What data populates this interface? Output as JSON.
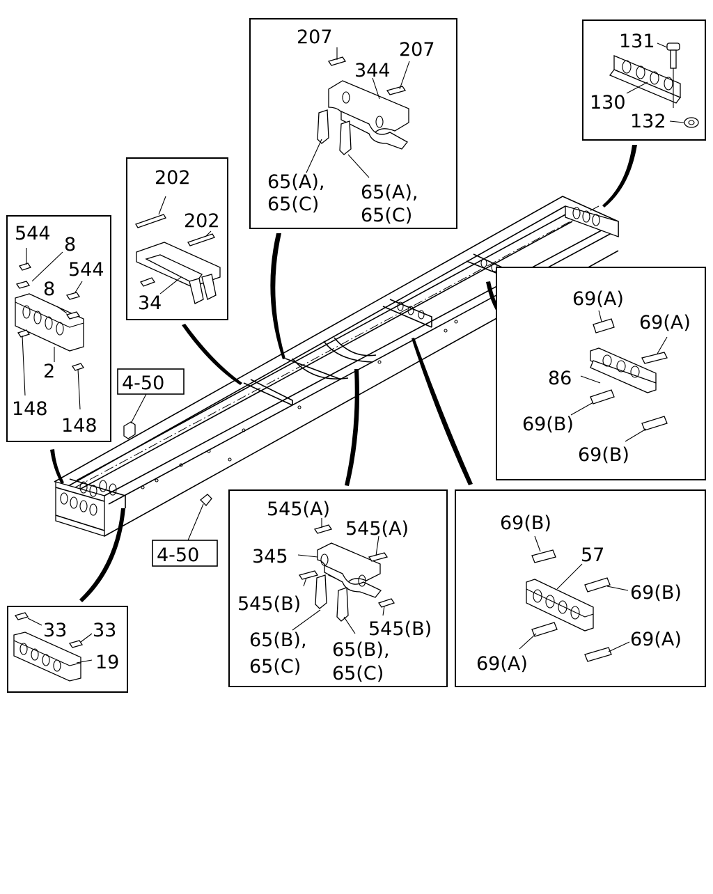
{
  "figure": {
    "callouts": {
      "p207a": "207",
      "p207b": "207",
      "p344": "344",
      "p65a1": "65(A),",
      "p65c1": "65(C)",
      "p65a2": "65(A),",
      "p65c2": "65(C)",
      "p131": "131",
      "p130": "130",
      "p132": "132",
      "p202a": "202",
      "p202b": "202",
      "p34": "34",
      "p544a": "544",
      "p8a": "8",
      "p544b": "544",
      "p8b": "8",
      "p2": "2",
      "p148a": "148",
      "p148b": "148",
      "p69a1": "69(A)",
      "p69a2": "69(A)",
      "p86": "86",
      "p69b1": "69(B)",
      "p69b2": "69(B)",
      "p545a1": "545(A)",
      "p545a2": "545(A)",
      "p345": "345",
      "p545b1": "545(B)",
      "p545b2": "545(B)",
      "p65b1": "65(B),",
      "p65c3": "65(C)",
      "p65b2": "65(B),",
      "p65c4": "65(C)",
      "p69b3": "69(B)",
      "p57": "57",
      "p69b4": "69(B)",
      "p69a3": "69(A)",
      "p69a4": "69(A)",
      "p33a": "33",
      "p33b": "33",
      "p19": "19"
    },
    "refs": {
      "r1": "4-50",
      "r2": "4-50"
    }
  }
}
